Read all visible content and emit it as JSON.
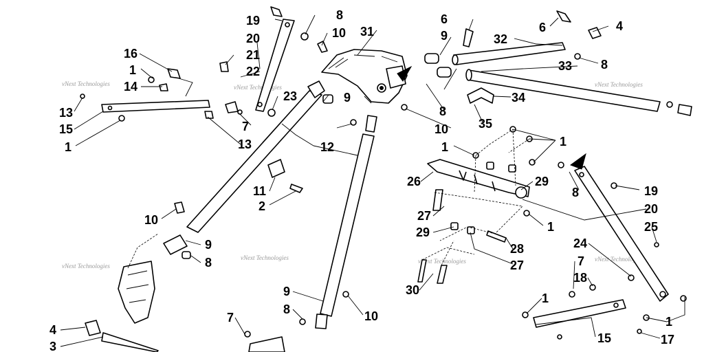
{
  "diagram": {
    "watermark": "vNext Technologies",
    "callouts": [
      "19",
      "8",
      "10",
      "6",
      "4",
      "31",
      "9",
      "32",
      "6",
      "16",
      "20",
      "21",
      "1",
      "22",
      "14",
      "33",
      "8",
      "13",
      "23",
      "9",
      "34",
      "15",
      "7",
      "8",
      "10",
      "35",
      "1",
      "13",
      "12",
      "1",
      "1",
      "26",
      "29",
      "11",
      "8",
      "19",
      "2",
      "20",
      "10",
      "27",
      "1",
      "29",
      "25",
      "9",
      "24",
      "8",
      "28",
      "7",
      "27",
      "18",
      "30",
      "1",
      "9",
      "8",
      "10",
      "7",
      "15",
      "1",
      "4",
      "17",
      "3"
    ]
  }
}
